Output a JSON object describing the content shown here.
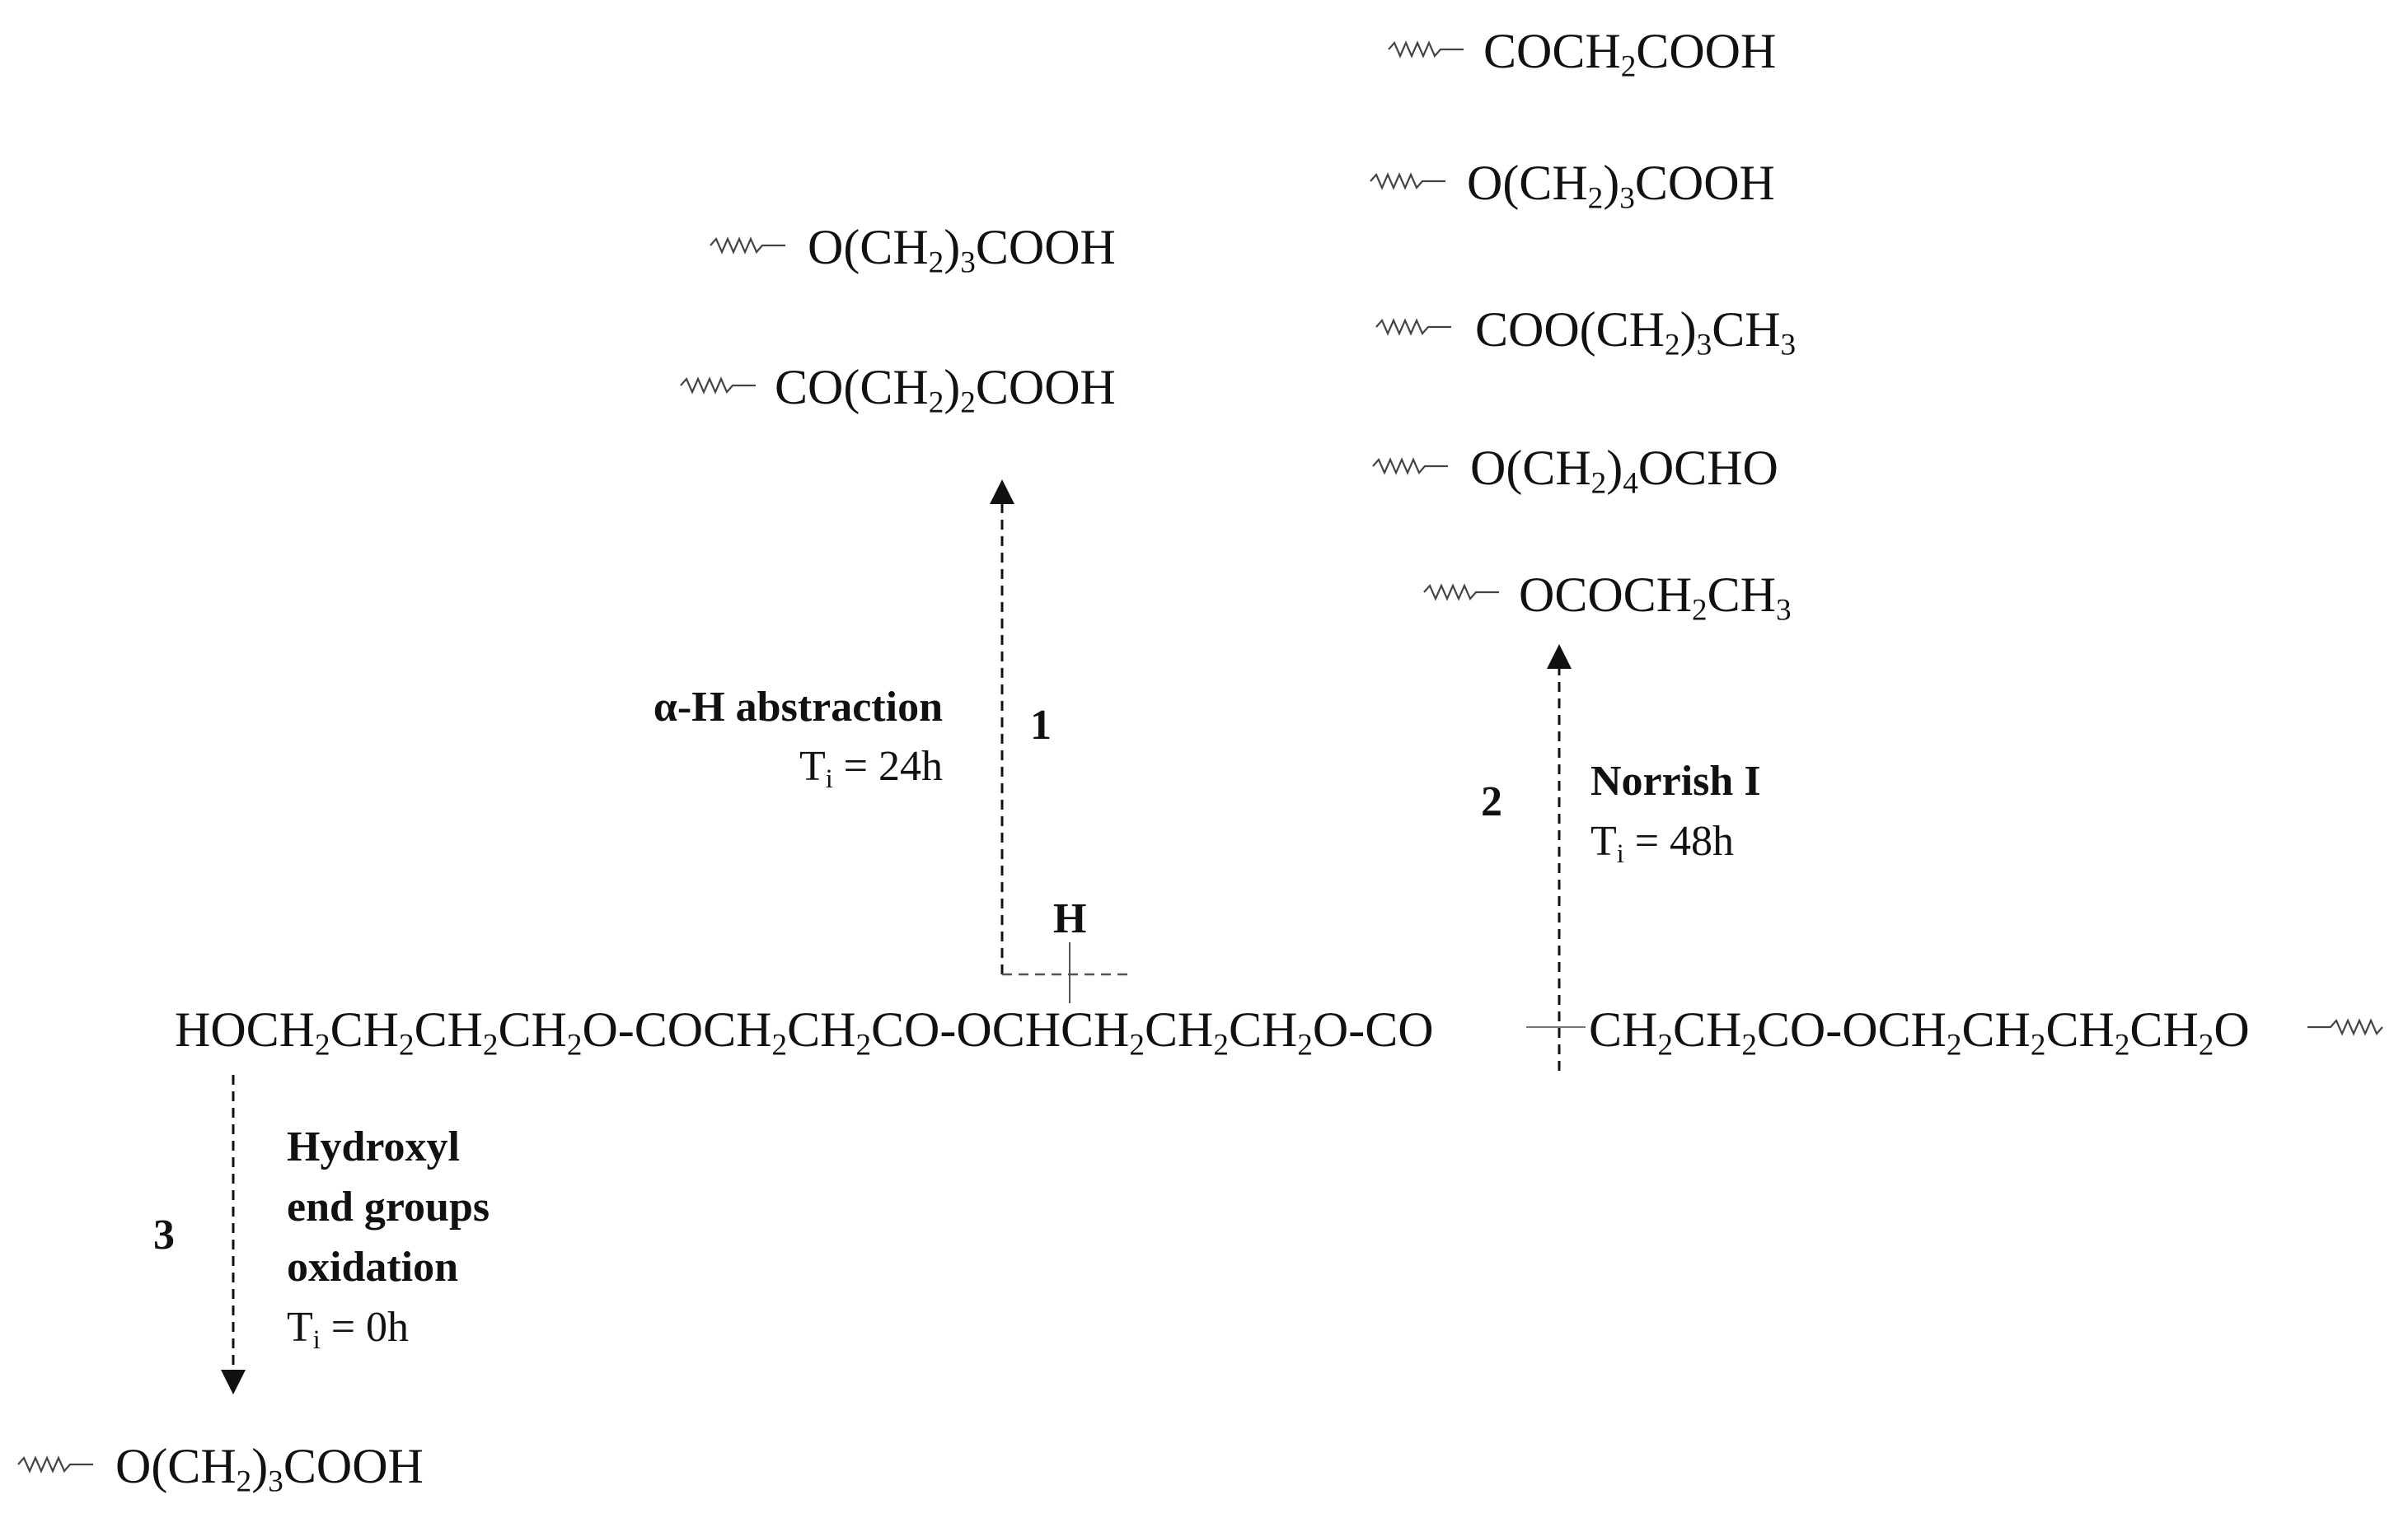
{
  "main_chain": [
    {
      "t": "HOCH"
    },
    {
      "s": "2"
    },
    {
      "t": "CH"
    },
    {
      "s": "2"
    },
    {
      "t": "CH"
    },
    {
      "s": "2"
    },
    {
      "t": "CH"
    },
    {
      "s": "2"
    },
    {
      "t": "O-COCH"
    },
    {
      "s": "2"
    },
    {
      "t": "CH"
    },
    {
      "s": "2"
    },
    {
      "t": "CO-OCHCH"
    },
    {
      "s": "2"
    },
    {
      "t": "CH"
    },
    {
      "s": "2"
    },
    {
      "t": "CH"
    },
    {
      "s": "2"
    },
    {
      "t": "O-CO"
    }
  ],
  "main_chain_tail": [
    {
      "t": "CH"
    },
    {
      "s": "2"
    },
    {
      "t": "CH"
    },
    {
      "s": "2"
    },
    {
      "t": "CO-OCH"
    },
    {
      "s": "2"
    },
    {
      "t": "CH"
    },
    {
      "s": "2"
    },
    {
      "t": "CH"
    },
    {
      "s": "2"
    },
    {
      "t": "CH"
    },
    {
      "s": "2"
    },
    {
      "t": "O"
    }
  ],
  "h_atom": "H",
  "pathway_1": {
    "number": "1",
    "name": "α-H abstraction",
    "ti_symbol": "T",
    "ti_sub": "i",
    "ti_value": " = 24h",
    "products": [
      [
        {
          "t": "O(CH"
        },
        {
          "s": "2"
        },
        {
          "t": ")"
        },
        {
          "s": "3"
        },
        {
          "t": "COOH"
        }
      ],
      [
        {
          "t": "CO(CH"
        },
        {
          "s": "2"
        },
        {
          "t": ")"
        },
        {
          "s": "2"
        },
        {
          "t": "COOH"
        }
      ]
    ]
  },
  "pathway_2": {
    "number": "2",
    "name": "Norrish I",
    "ti_symbol": "T",
    "ti_sub": "i",
    "ti_value": " = 48h",
    "products": [
      [
        {
          "t": "COCH"
        },
        {
          "s": "2"
        },
        {
          "t": "COOH"
        }
      ],
      [
        {
          "t": "O(CH"
        },
        {
          "s": "2"
        },
        {
          "t": ")"
        },
        {
          "s": "3"
        },
        {
          "t": "COOH"
        }
      ],
      [
        {
          "t": "COO(CH"
        },
        {
          "s": "2"
        },
        {
          "t": ")"
        },
        {
          "s": "3"
        },
        {
          "t": "CH"
        },
        {
          "s": "3"
        }
      ],
      [
        {
          "t": "O(CH"
        },
        {
          "s": "2"
        },
        {
          "t": ")"
        },
        {
          "s": "4"
        },
        {
          "t": "OCHO"
        }
      ],
      [
        {
          "t": "OCOCH"
        },
        {
          "s": "2"
        },
        {
          "t": "CH"
        },
        {
          "s": "3"
        }
      ]
    ]
  },
  "pathway_3": {
    "number": "3",
    "name_lines": [
      "Hydroxyl",
      "end groups",
      "oxidation"
    ],
    "ti_symbol": "T",
    "ti_sub": "i",
    "ti_value": " = 0h",
    "products": [
      [
        {
          "t": "O(CH"
        },
        {
          "s": "2"
        },
        {
          "t": ")"
        },
        {
          "s": "3"
        },
        {
          "t": "COOH"
        }
      ]
    ]
  }
}
